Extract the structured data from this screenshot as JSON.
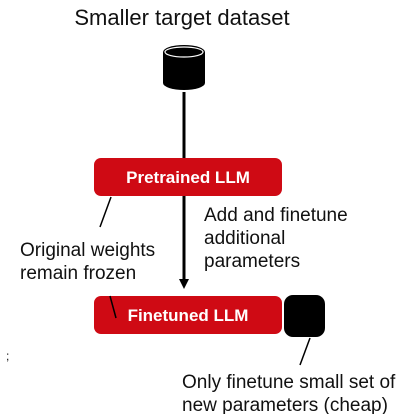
{
  "title": "Smaller target dataset",
  "boxes": {
    "pretrained": "Pretrained LLM",
    "finetuned": "Finetuned LLM"
  },
  "annotations": {
    "frozen": [
      "Original weights",
      "remain frozen"
    ],
    "add_finetune": [
      "Add and finetune",
      "additional",
      "parameters"
    ],
    "small_set": [
      "Only finetune small set of",
      "new parameters (cheap)"
    ],
    "stray_mark": ";"
  },
  "colors": {
    "box_red": "#cf0a14",
    "dark": "#000000",
    "text": "#111111"
  },
  "icons": {
    "dataset": "database-cylinder-icon",
    "new_params": "parameter-block-icon"
  }
}
